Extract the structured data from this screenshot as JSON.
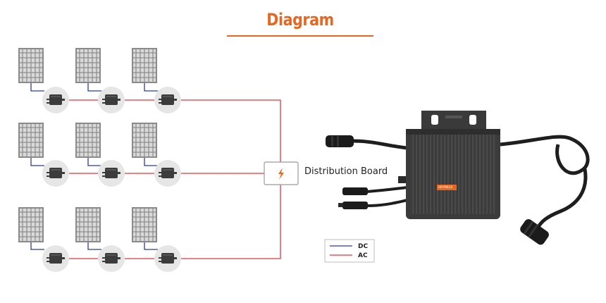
{
  "header": {
    "title": "Diagram"
  },
  "distribution_board": {
    "label": "Distribution Board",
    "icon": "lightning-bolt-icon"
  },
  "legend": {
    "dc": "DC",
    "ac": "AC",
    "dc_color": "#2b3f8c",
    "ac_color": "#e0383c"
  },
  "inverter": {
    "brand": "HOYMILES"
  },
  "colors": {
    "accent": "#e8661e",
    "wire_ac": "#e0383c",
    "wire_dc": "#2b3f8c"
  }
}
